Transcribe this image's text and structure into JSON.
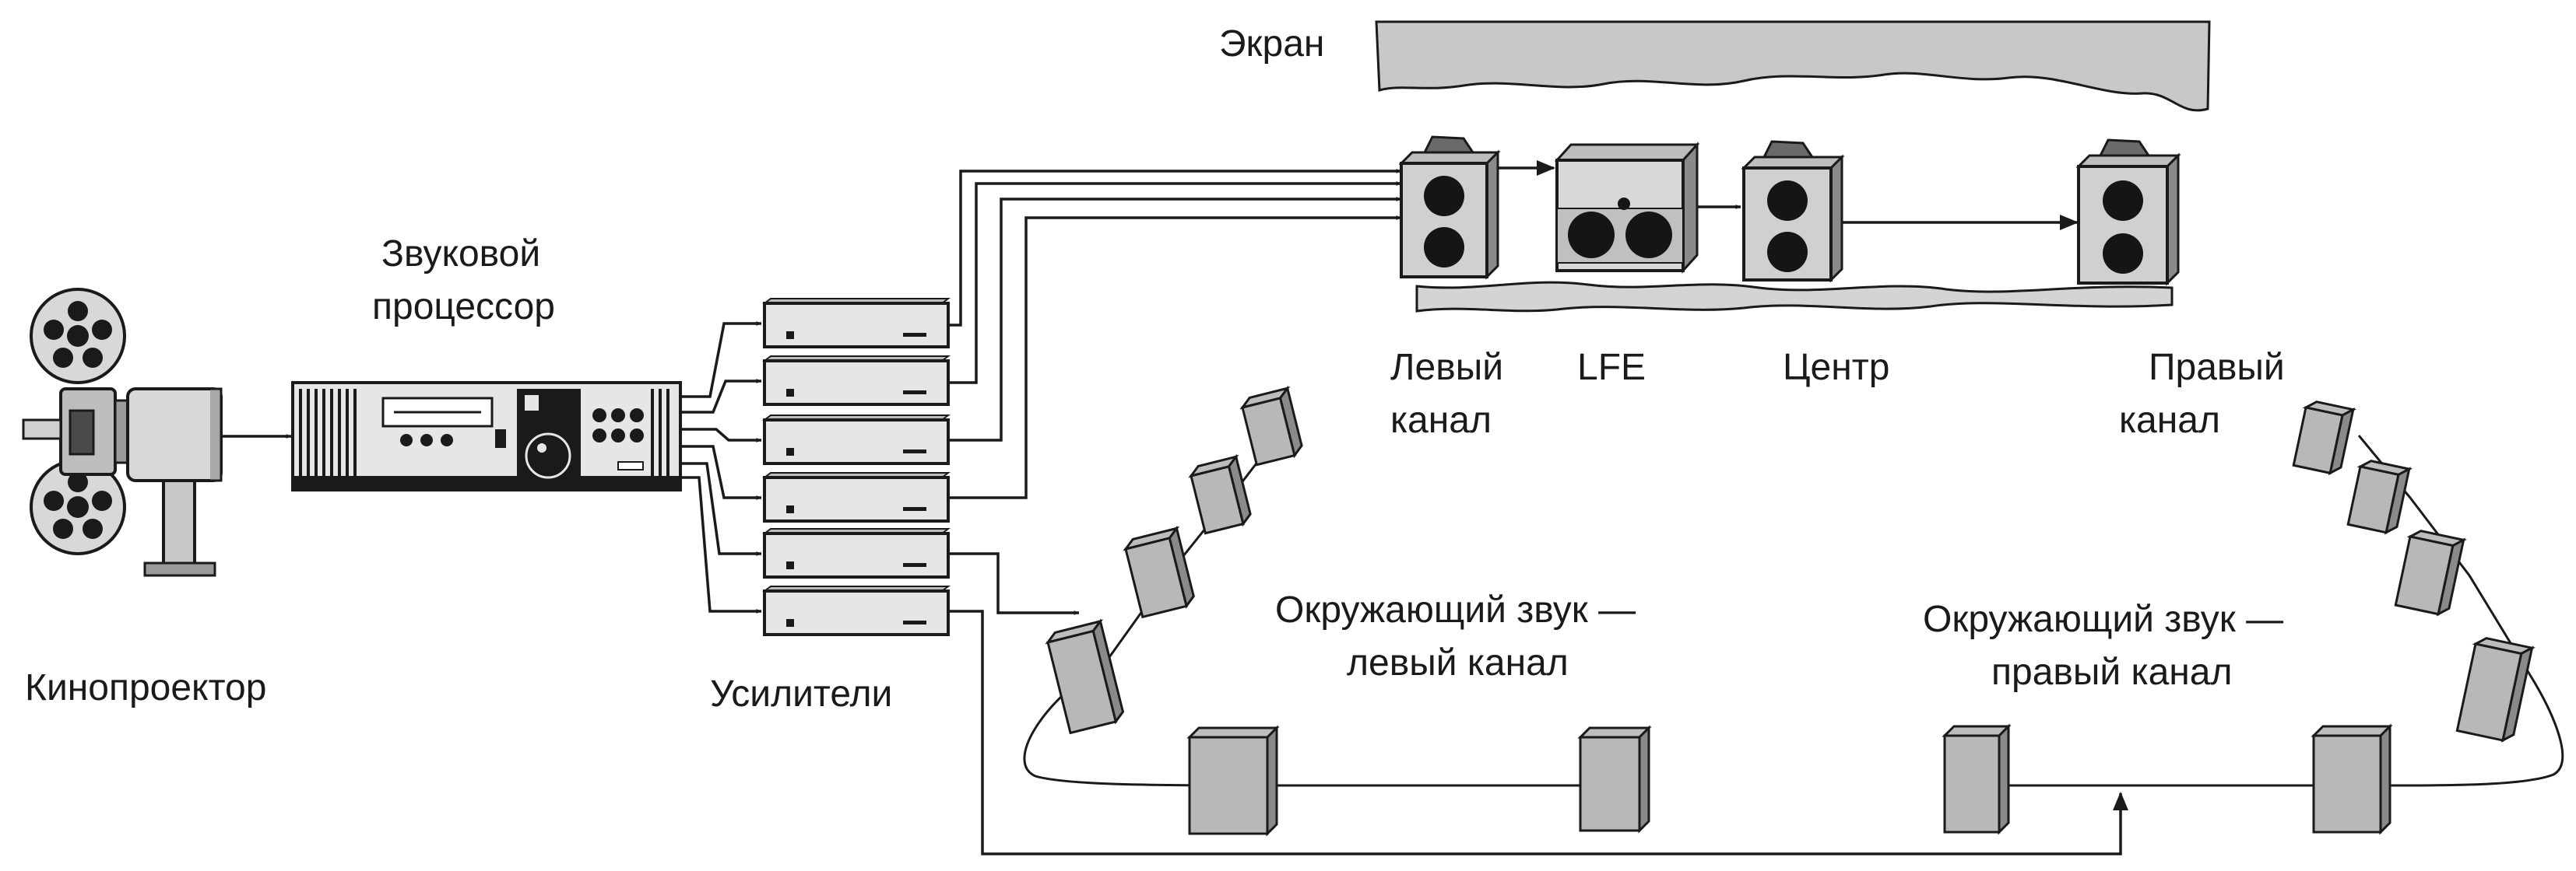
{
  "labels": {
    "screen": "Экран",
    "sound_processor_line1": "Звуковой",
    "sound_processor_line2": "процессор",
    "projector": "Кинопроектор",
    "amplifiers": "Усилители",
    "left_channel_line1": "Левый",
    "left_channel_line2": "канал",
    "lfe": "LFE",
    "center": "Центр",
    "right_channel_line1": "Правый",
    "right_channel_line2": "канал",
    "surround_left_line1": "Окружающий звук —",
    "surround_left_line2": "левый канал",
    "surround_right_line1": "Окружающий звук —",
    "surround_right_line2": "правый канал"
  },
  "colors": {
    "ink": "#1a1a1a",
    "device_face": "#e6e6e6",
    "device_side": "#9a9a9a",
    "speaker_face": "#d0d0d0",
    "speaker_side": "#8a8a8a",
    "screen_fill": "#c8c8c8",
    "cone": "#151515"
  },
  "icons": {
    "projector": "film-projector-icon",
    "processor": "sound-processor-icon",
    "amplifier": "amplifier-icon",
    "speaker": "speaker-icon",
    "subwoofer": "subwoofer-icon"
  },
  "amplifier_count": 6,
  "surround_left_speaker_count": 6,
  "surround_right_speaker_count": 6
}
